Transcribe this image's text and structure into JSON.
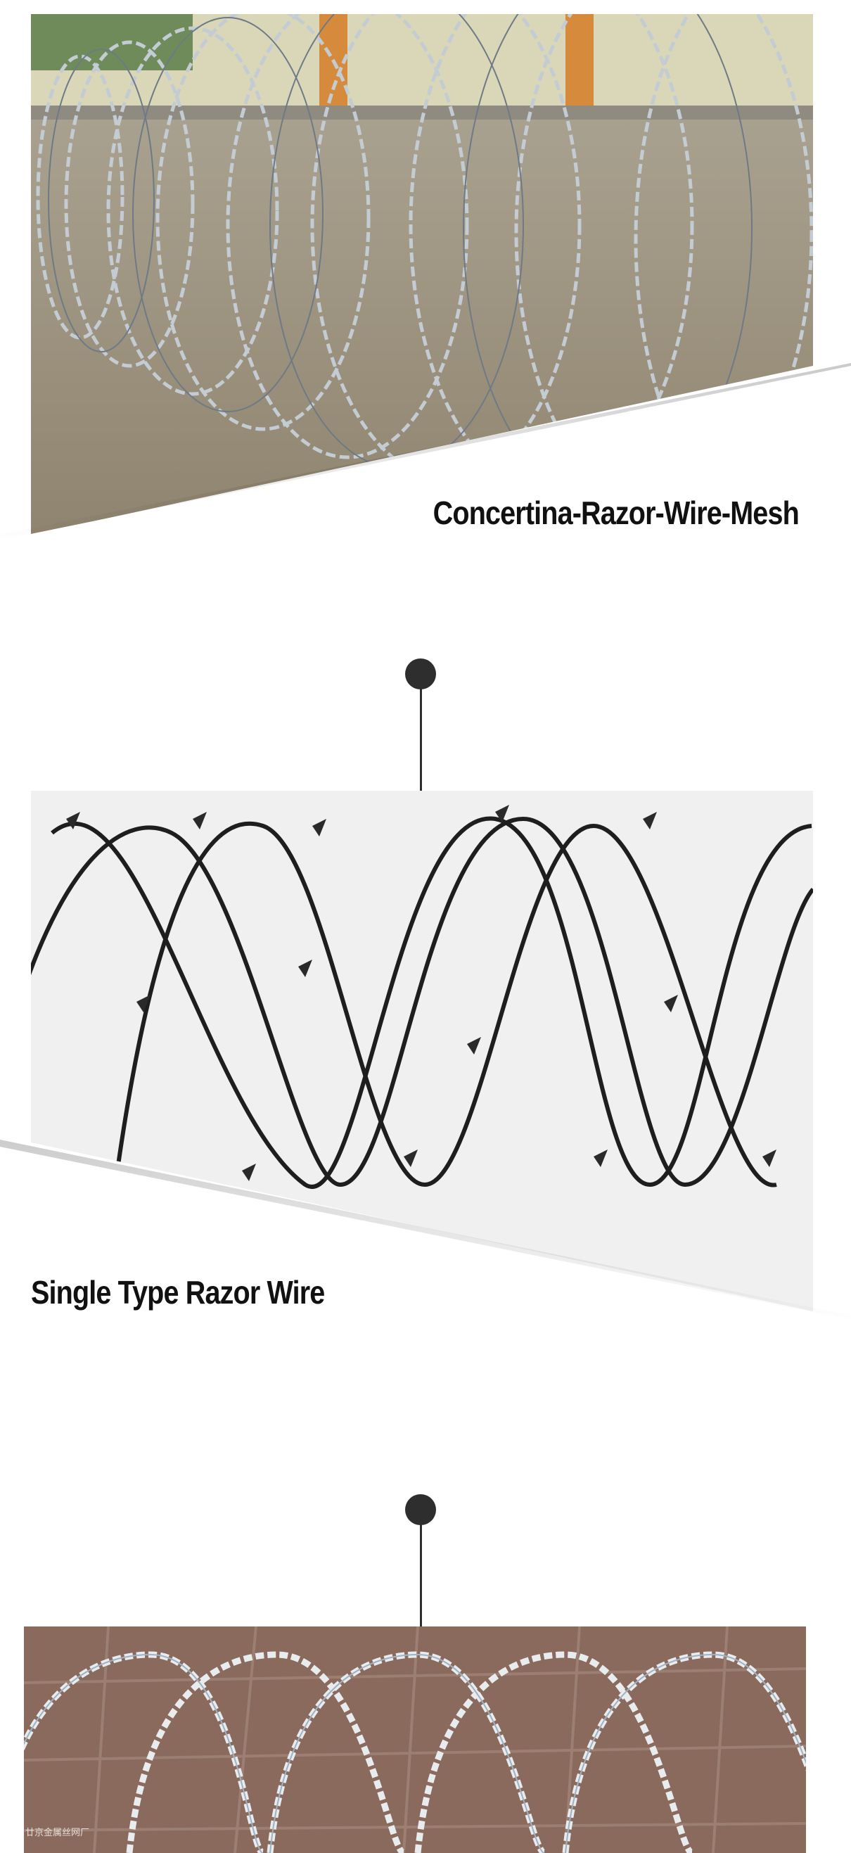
{
  "sections": [
    {
      "caption": "Concertina-Razor-Wire-Mesh"
    },
    {
      "caption": "Single Type Razor Wire"
    }
  ],
  "watermark": "廿京金属丝网厂",
  "colors": {
    "background": "#ffffff",
    "caption": "#111111",
    "connector": "#2e2e2e"
  },
  "icons": [
    "timeline-dot",
    "timeline-dot"
  ]
}
